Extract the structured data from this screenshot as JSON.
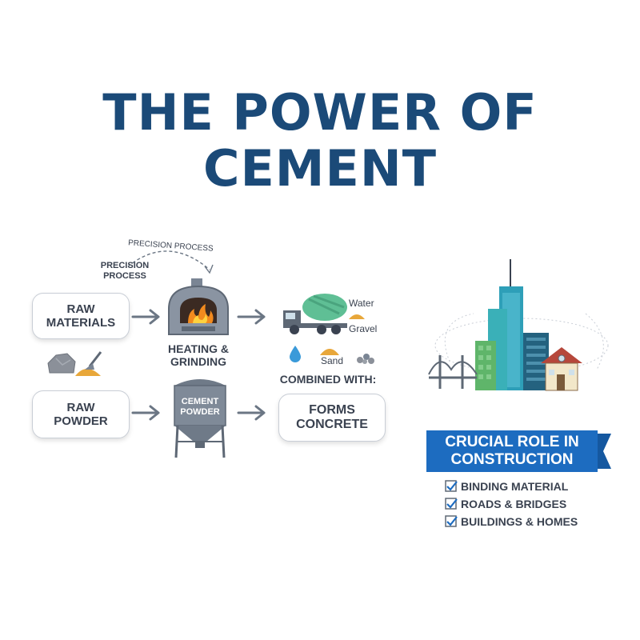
{
  "title": {
    "line1": "THE POWER OF",
    "line2": "CEMENT"
  },
  "process": {
    "arc_label": "PRECISION PROCESS",
    "precision_label": [
      "PRECISION",
      "PROCESS"
    ],
    "raw_materials": [
      "RAW",
      "MATERIALS"
    ],
    "heating": [
      "HEATING &",
      "GRINDING"
    ],
    "raw_powder": [
      "RAW",
      "POWDER"
    ],
    "silo_label": [
      "CEMENT",
      "POWDER"
    ],
    "forms_concrete": [
      "FORMS",
      "CONCRETE"
    ],
    "combined_with": "COMBINED WITH:",
    "water": "Water",
    "gravel": "Gravel",
    "sand": "Sand"
  },
  "construction": {
    "banner": [
      "CRUCIAL ROLE IN",
      "CONSTRUCTION"
    ],
    "items": [
      "BINDING MATERIAL",
      "ROADS & BRIDGES",
      "BUILDINGS & HOMES"
    ]
  },
  "colors": {
    "title": "#1b4a78",
    "banner": "#1d6cc0",
    "arrow": "#6b7684",
    "check": "#1d6cc0"
  },
  "icons": [
    "furnace-icon",
    "mixer-truck-icon",
    "silo-icon",
    "rocks-icon",
    "shovel-sand-icon",
    "water-drop-icon",
    "sand-pile-icon",
    "gravel-icon",
    "city-skyline-icon",
    "bridge-icon",
    "house-icon",
    "check-icon"
  ]
}
